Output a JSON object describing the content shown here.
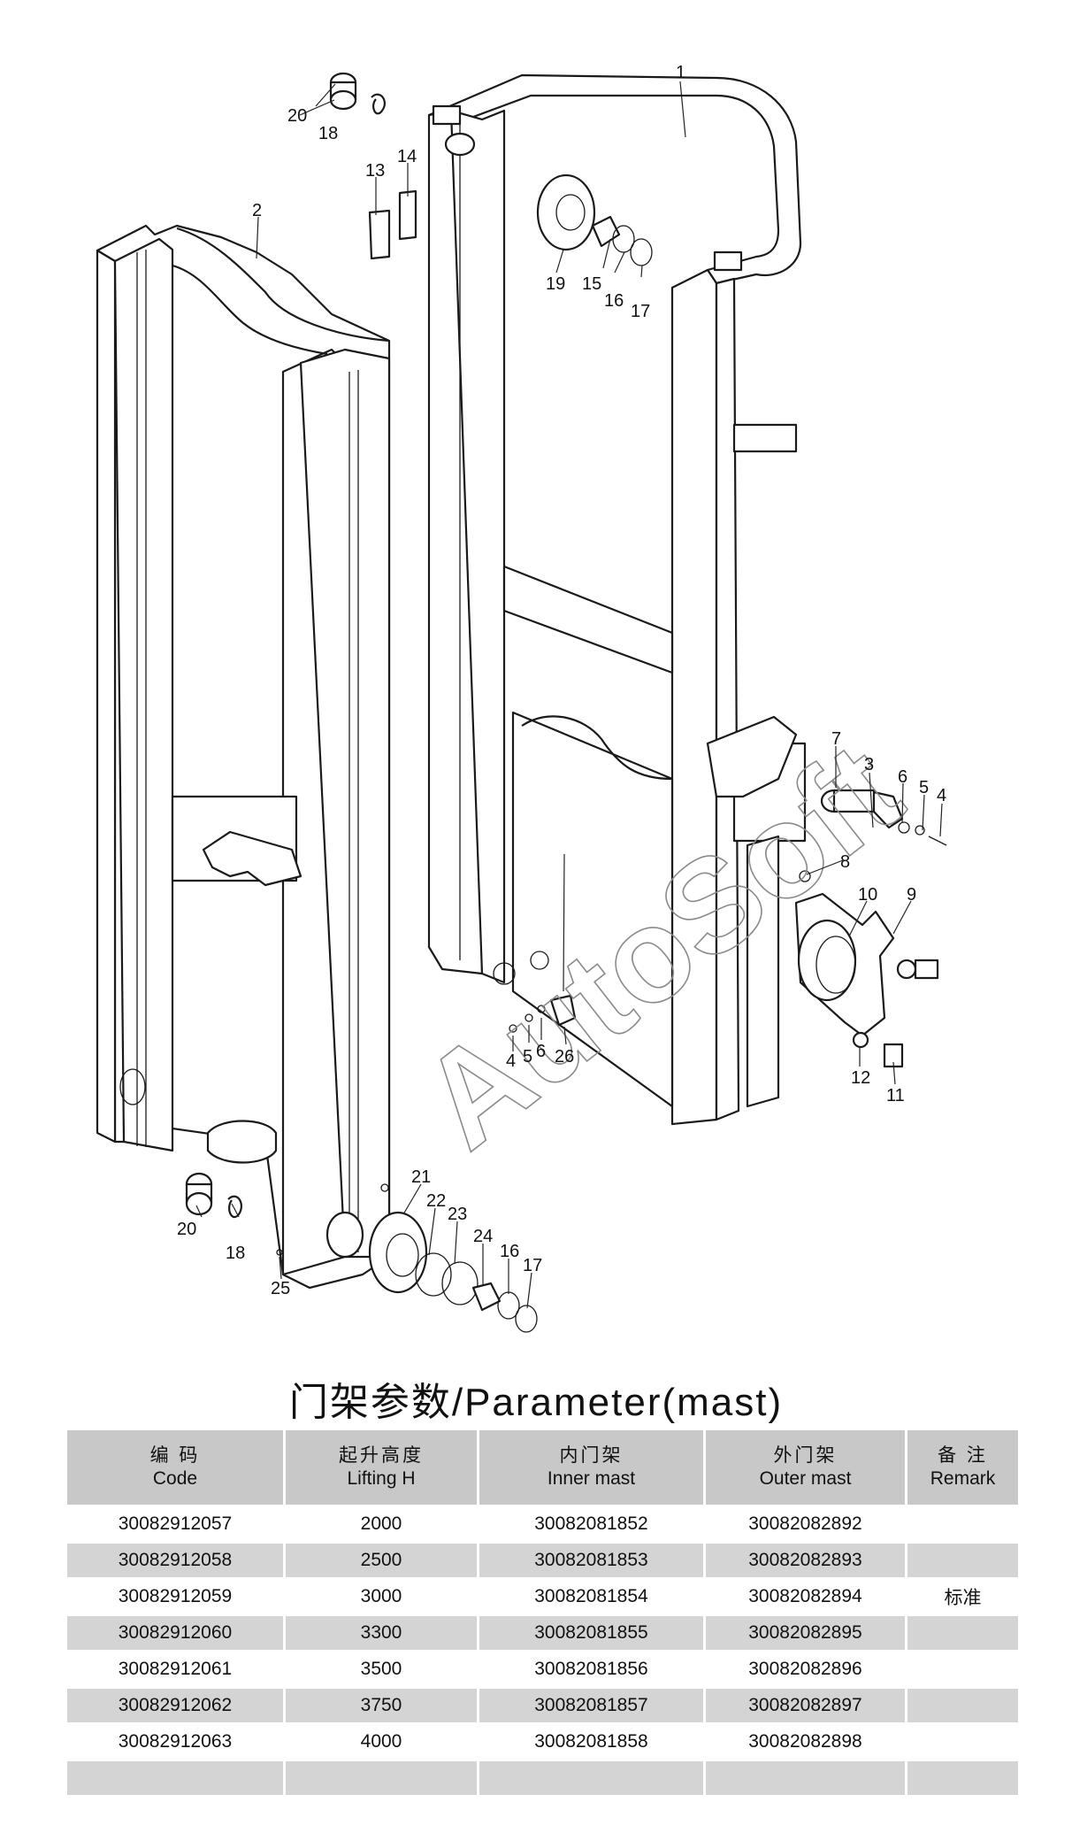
{
  "diagram": {
    "callouts": [
      "1",
      "2",
      "3",
      "4",
      "5",
      "6",
      "7",
      "8",
      "9",
      "10",
      "11",
      "12",
      "13",
      "14",
      "15",
      "16",
      "17",
      "18",
      "19",
      "20",
      "21",
      "22",
      "23",
      "24",
      "25",
      "26",
      "4",
      "5",
      "6",
      "16",
      "17",
      "18",
      "20"
    ],
    "watermark": "AutoSoft"
  },
  "table": {
    "title": "门架参数/Parameter(mast)",
    "headers": [
      {
        "zh": "编 码",
        "en": "Code"
      },
      {
        "zh": "起升高度",
        "en": "Lifting H"
      },
      {
        "zh": "内门架",
        "en": "Inner mast"
      },
      {
        "zh": "外门架",
        "en": "Outer mast"
      },
      {
        "zh": "备 注",
        "en": "Remark"
      }
    ],
    "rows": [
      [
        "30082912057",
        "2000",
        "30082081852",
        "30082082892",
        ""
      ],
      [
        "30082912058",
        "2500",
        "30082081853",
        "30082082893",
        ""
      ],
      [
        "30082912059",
        "3000",
        "30082081854",
        "30082082894",
        "标准"
      ],
      [
        "30082912060",
        "3300",
        "30082081855",
        "30082082895",
        ""
      ],
      [
        "30082912061",
        "3500",
        "30082081856",
        "30082082896",
        ""
      ],
      [
        "30082912062",
        "3750",
        "30082081857",
        "30082082897",
        ""
      ],
      [
        "30082912063",
        "4000",
        "30082081858",
        "30082082898",
        ""
      ],
      [
        "",
        "",
        "",
        "",
        ""
      ]
    ]
  }
}
